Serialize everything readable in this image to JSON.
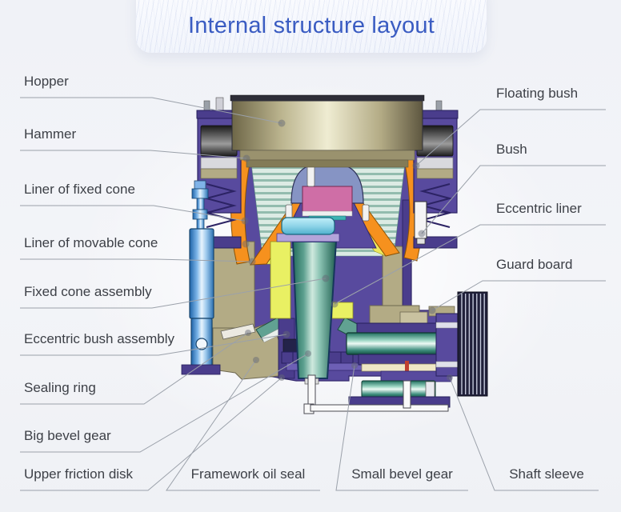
{
  "header": {
    "title": "Internal structure layout"
  },
  "labels": {
    "left": [
      {
        "text": "Hopper"
      },
      {
        "text": "Hammer"
      },
      {
        "text": "Liner of fixed cone"
      },
      {
        "text": "Liner of movable cone"
      },
      {
        "text": "Fixed cone assembly"
      },
      {
        "text": "Eccentric bush assembly"
      },
      {
        "text": "Sealing ring"
      },
      {
        "text": "Big bevel gear"
      },
      {
        "text": "Upper friction disk"
      }
    ],
    "right": [
      {
        "text": "Floating bush"
      },
      {
        "text": "Bush"
      },
      {
        "text": "Eccentric liner"
      },
      {
        "text": "Guard board"
      }
    ],
    "bottom": [
      {
        "text": "Framework oil seal"
      },
      {
        "text": "Small bevel gear"
      },
      {
        "text": "Shaft sleeve"
      }
    ]
  },
  "palette": {
    "title_blue": "#3a5cc2",
    "label_gray": "#3d4047",
    "leader_line": "#9ba1aa",
    "housing_purple": "#584a9e",
    "housing_purple_dark": "#34296e",
    "shell_khaki": "#b3ab85",
    "hopper_khaki_light": "#efecd2",
    "liner_orange": "#f6911e",
    "bush_yellow": "#e9f063",
    "shaft_teal": "#4f9e8e",
    "hydraulic_blue": "#5a9de0",
    "core_pink": "#cf6ea6",
    "cap_cyan": "#8fd4e8",
    "pulley_navy": "#20203a"
  }
}
